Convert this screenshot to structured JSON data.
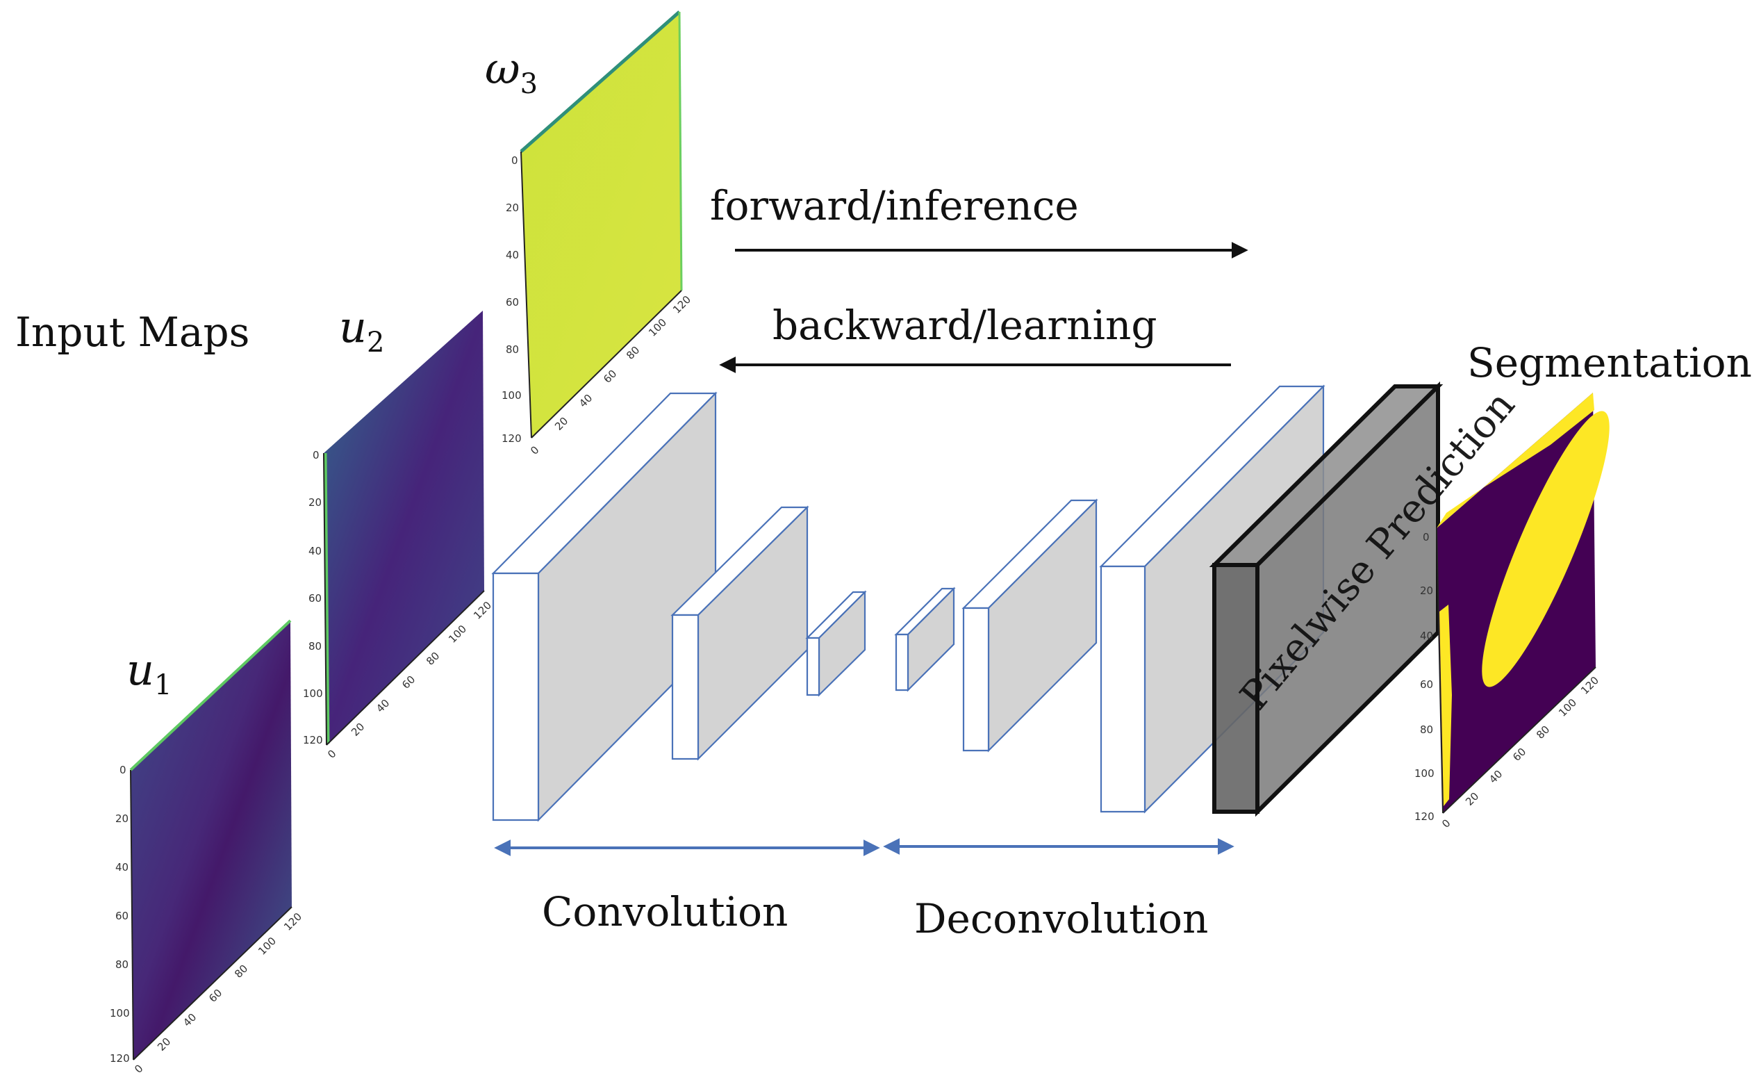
{
  "title": "Input Maps",
  "maps": {
    "u1": {
      "base": "u",
      "sub": "1"
    },
    "u2": {
      "base": "u",
      "sub": "2"
    },
    "w3": {
      "base": "ω",
      "sub": "3"
    }
  },
  "segmentation_label": "Segmentation",
  "prediction_label": "Pixelwise Prediction",
  "arrows": {
    "forward": "forward/inference",
    "backward": "backward/learning"
  },
  "stages": {
    "convolution": "Convolution",
    "deconvolution": "Deconvolution"
  },
  "axis_ticks": [
    "0",
    "20",
    "40",
    "60",
    "80",
    "100",
    "120"
  ],
  "colors": {
    "layer_stroke": "#4a72b8",
    "layer_fill": "#d3d3d3",
    "prediction_fill": "#7a7a7a",
    "viridis_dark": "#440154",
    "viridis_blue": "#3b528b",
    "viridis_yellow": "#fde725",
    "field_green": "#d4e53f"
  }
}
